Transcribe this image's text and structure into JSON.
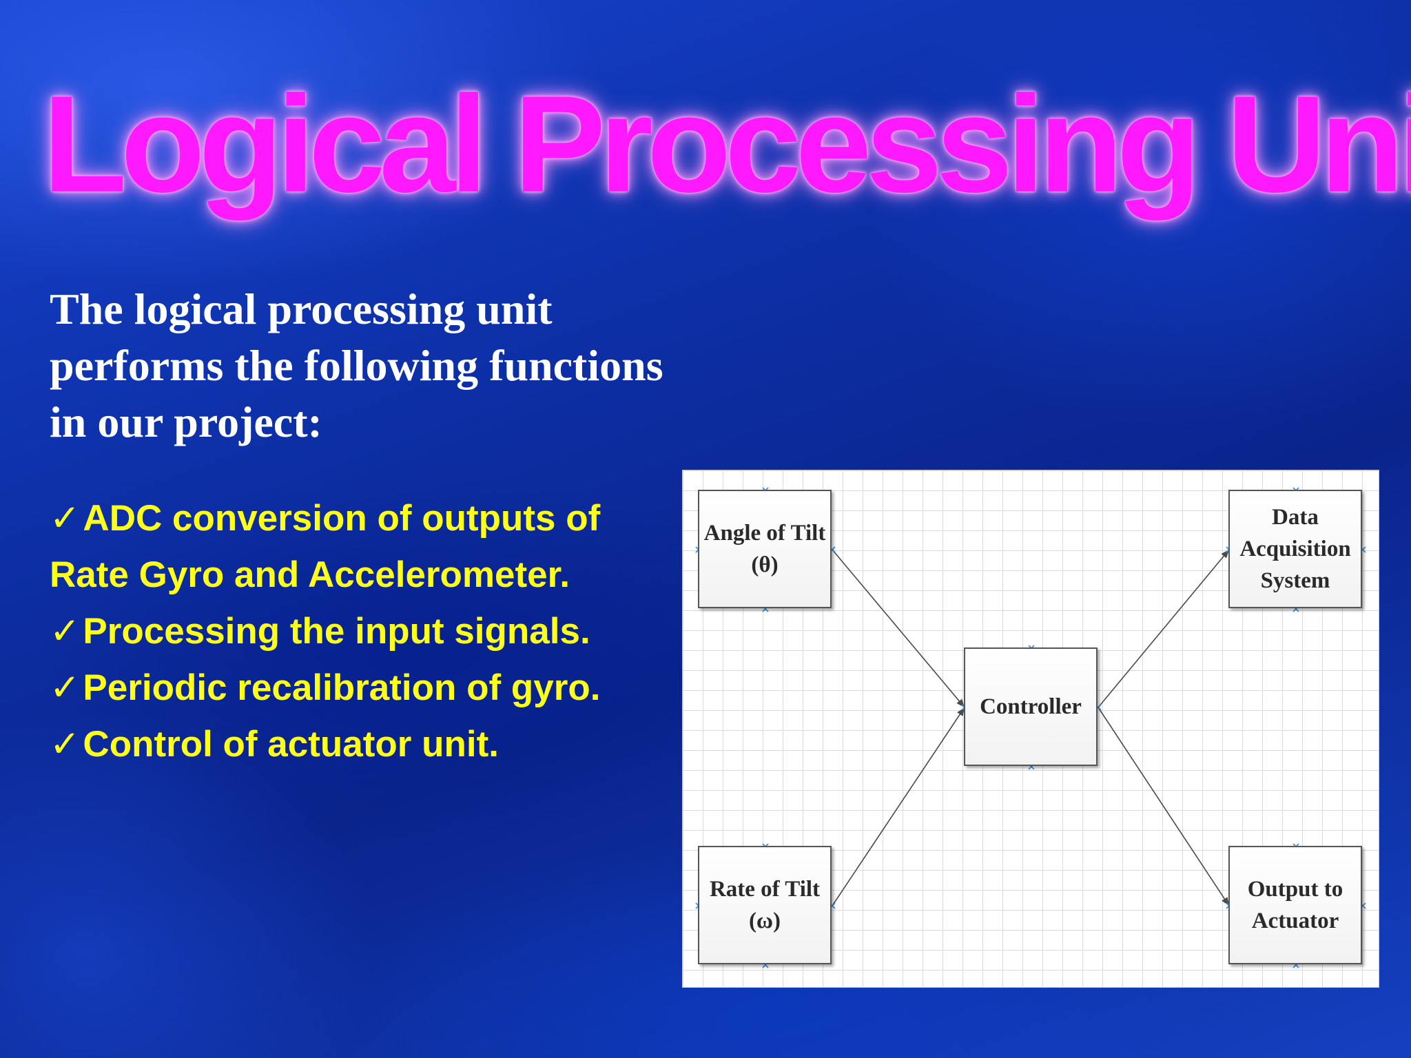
{
  "slide": {
    "title": "Logical Processing Unit",
    "intro": [
      "The logical processing unit",
      "performs the following functions",
      "in our project:"
    ],
    "check_glyph": "✓",
    "functions": [
      {
        "text": "ADC conversion of outputs of",
        "continuation": "Rate Gyro and Accelerometer."
      },
      {
        "text": "Processing the input signals."
      },
      {
        "text": "Periodic recalibration of gyro."
      },
      {
        "text": "Control of actuator unit."
      }
    ]
  },
  "diagram": {
    "nodes": {
      "angle": [
        "Angle of Tilt",
        "(θ)"
      ],
      "rate": [
        "Rate of Tilt",
        "(ω)"
      ],
      "controller": [
        "Controller"
      ],
      "daq": [
        "Data",
        "Acquisition",
        "System"
      ],
      "output": [
        "Output to",
        "Actuator"
      ]
    },
    "connections": [
      [
        "angle",
        "controller"
      ],
      [
        "rate",
        "controller"
      ],
      [
        "controller",
        "daq"
      ],
      [
        "controller",
        "output"
      ]
    ]
  },
  "colors": {
    "title": "#ff19ff",
    "intro_text": "#ffffff",
    "function_text": "#ffff1a",
    "connector": "#4a4a4a",
    "port_marker": "#3a8ee6",
    "grid": "#dadada"
  }
}
